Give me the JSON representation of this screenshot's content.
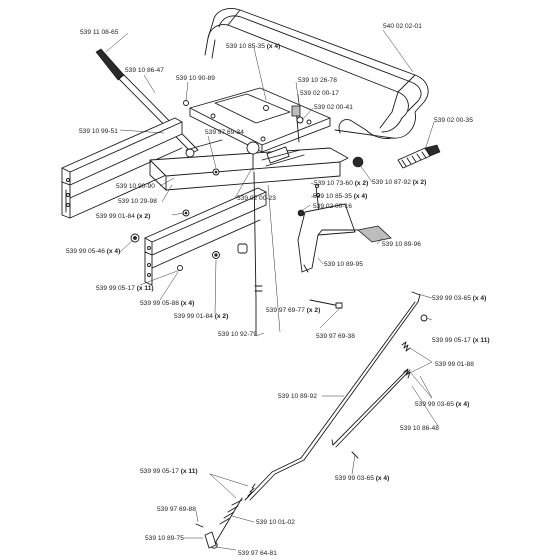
{
  "labels": [
    {
      "id": "p1",
      "num": "539 11 08-65",
      "qty": ""
    },
    {
      "id": "p2",
      "num": "539 10 86-47",
      "qty": ""
    },
    {
      "id": "p3",
      "num": "539 10 90-89",
      "qty": ""
    },
    {
      "id": "p4",
      "num": "539 10 85-35",
      "qty": "(x 4)"
    },
    {
      "id": "p5",
      "num": "540 02 02-01",
      "qty": ""
    },
    {
      "id": "p6",
      "num": "539 10 26-78",
      "qty": ""
    },
    {
      "id": "p7",
      "num": "539 02 00-17",
      "qty": ""
    },
    {
      "id": "p8",
      "num": "539 02 00-41",
      "qty": ""
    },
    {
      "id": "p9",
      "num": "539 10 99-51",
      "qty": ""
    },
    {
      "id": "p10",
      "num": "539 97 69-34",
      "qty": ""
    },
    {
      "id": "p11",
      "num": "539 02 00-35",
      "qty": ""
    },
    {
      "id": "p12",
      "num": "539 10 90-90",
      "qty": ""
    },
    {
      "id": "p13",
      "num": "539 10 73-60",
      "qty": "(x 2)"
    },
    {
      "id": "p14",
      "num": "539 10 87-92",
      "qty": "(x 2)"
    },
    {
      "id": "p15",
      "num": "539 10 85-35",
      "qty": "(x 4)"
    },
    {
      "id": "p16",
      "num": "539 02 00-23",
      "qty": ""
    },
    {
      "id": "p17",
      "num": "539 10 29-98",
      "qty": ""
    },
    {
      "id": "p18",
      "num": "539 02 00-16",
      "qty": ""
    },
    {
      "id": "p19",
      "num": "539 99 01-84",
      "qty": "(x 2)"
    },
    {
      "id": "p20",
      "num": "539 99 05-46",
      "qty": "(x 4)"
    },
    {
      "id": "p21",
      "num": "539 10 89-96",
      "qty": ""
    },
    {
      "id": "p22",
      "num": "539 10 89-95",
      "qty": ""
    },
    {
      "id": "p23",
      "num": "539 99 05-17",
      "qty": "(x 11)"
    },
    {
      "id": "p24",
      "num": "539 99 05-88",
      "qty": "(x 4)"
    },
    {
      "id": "p25",
      "num": "539 99 03-65",
      "qty": "(x 4)"
    },
    {
      "id": "p26",
      "num": "539 99 01-84",
      "qty": "(x 2)"
    },
    {
      "id": "p27",
      "num": "539 97 69-77",
      "qty": "(x 2)"
    },
    {
      "id": "p28",
      "num": "539 99 05-17",
      "qty": "(x 11)"
    },
    {
      "id": "p29",
      "num": "539 10 92-79",
      "qty": ""
    },
    {
      "id": "p30",
      "num": "539 97 69-38",
      "qty": ""
    },
    {
      "id": "p31",
      "num": "539 99 01-88",
      "qty": ""
    },
    {
      "id": "p32",
      "num": "539 10 89-92",
      "qty": ""
    },
    {
      "id": "p33",
      "num": "539 99 03-65",
      "qty": "(x 4)"
    },
    {
      "id": "p34",
      "num": "539 10 86-48",
      "qty": ""
    },
    {
      "id": "p35",
      "num": "539 99 03-65",
      "qty": "(x 4)"
    },
    {
      "id": "p36",
      "num": "539 99 05-17",
      "qty": "(x 11)"
    },
    {
      "id": "p37",
      "num": "539 97 69-88",
      "qty": ""
    },
    {
      "id": "p38",
      "num": "539 10 01-02",
      "qty": ""
    },
    {
      "id": "p39",
      "num": "539 10 89-75",
      "qty": ""
    },
    {
      "id": "p40",
      "num": "539 97 64-81",
      "qty": ""
    }
  ]
}
